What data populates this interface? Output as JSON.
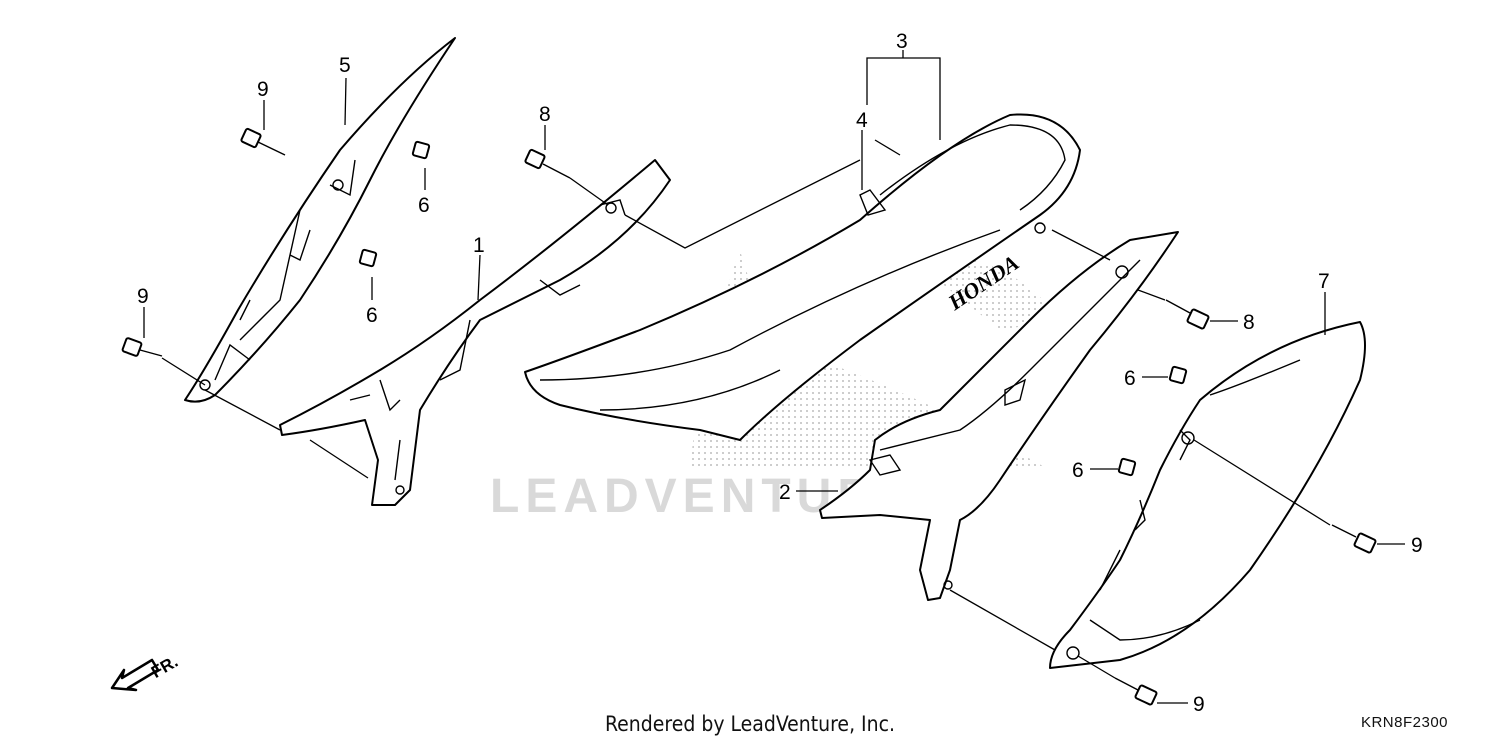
{
  "callouts": {
    "c1": "1",
    "c2": "2",
    "c3": "3",
    "c4": "4",
    "c5": "5",
    "c6a": "6",
    "c6b": "6",
    "c6c": "6",
    "c6d": "6",
    "c7": "7",
    "c8a": "8",
    "c8b": "8",
    "c9a": "9",
    "c9b": "9",
    "c9c": "9",
    "c9d": "9"
  },
  "front_indicator": "FR.",
  "watermark": "LEADVENTURE",
  "logo_text": "HONDA",
  "footer": "Rendered by LeadVenture, Inc.",
  "diagram_code": "KRN8F2300"
}
